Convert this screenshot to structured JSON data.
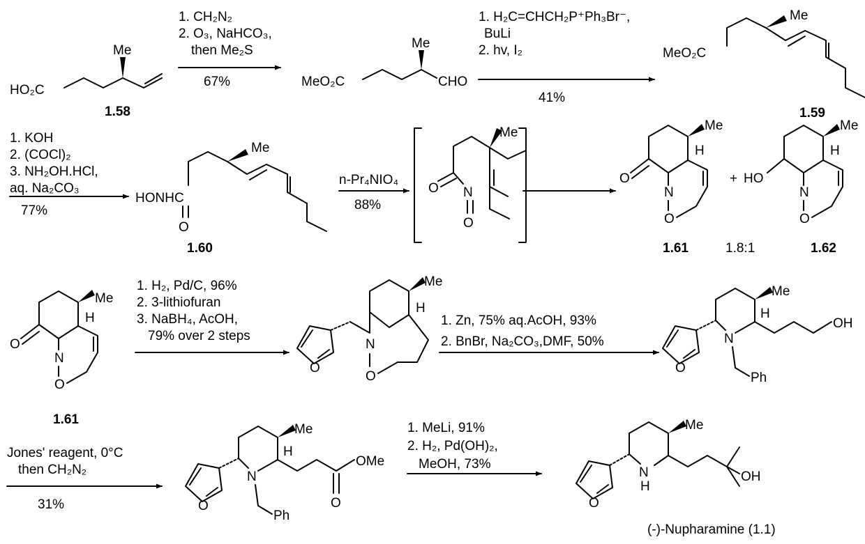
{
  "scheme": {
    "row1": {
      "sm": {
        "label": "1.58",
        "acid": "HO₂C",
        "me": "Me"
      },
      "step1": {
        "l1": "1. CH₂N₂",
        "l2": "2. O₃, NaHCO₃,",
        "l3": "then Me₂S",
        "yield": "67%"
      },
      "aldehyde": {
        "ester": "MeO₂C",
        "cho": "CHO",
        "me": "Me"
      },
      "step2": {
        "l1": "1. H₂C=CHCH₂P⁺Ph₃Br⁻,",
        "l2": "BuLi",
        "l3": "2. hv, I₂",
        "yield": "41%"
      },
      "diene": {
        "label": "1.59",
        "ester": "MeO₂C",
        "me": "Me"
      }
    },
    "row2": {
      "step3": {
        "l1": "1.  KOH",
        "l2": "2.  (COCl)₂",
        "l3": "3. NH₂OH.HCl,",
        "l4": "aq. Na₂CO₃",
        "yield": "77%"
      },
      "hydroxamic": {
        "label": "1.60",
        "honh": "HONHC",
        "o": "O",
        "me": "Me"
      },
      "step4": {
        "reagent": "n-Pr₄NIO₄",
        "yield": "88%"
      },
      "nitroso": {
        "o1": "O",
        "n": "N",
        "o2": "O",
        "me": "Me"
      },
      "p161": {
        "label": "1.61",
        "o": "O",
        "n": "N",
        "o2": "O",
        "h": "H",
        "me": "Me"
      },
      "plus": "+",
      "p162": {
        "label": "1.62",
        "ho": "HO",
        "n": "N",
        "o2": "O",
        "h": "H",
        "me": "Me"
      },
      "ratio": "1.8:1"
    },
    "row3": {
      "p161": {
        "label": "1.61",
        "o": "O",
        "n": "N",
        "o2": "O",
        "h": "H",
        "me": "Me"
      },
      "step5": {
        "l1": "1. H₂, Pd/C, 96%",
        "l2": "2. 3-lithiofuran",
        "l3": "3. NaBH₄, AcOH,",
        "l4": "79% over 2 steps"
      },
      "bicycle": {
        "o": "O",
        "n": "N",
        "o2": "O",
        "h": "H",
        "me": "Me"
      },
      "step6": {
        "l1": "1. Zn, 75% aq.AcOH, 93%",
        "l2": "2. BnBr, Na₂CO₃,DMF, 50%"
      },
      "alcohol": {
        "o": "O",
        "n": "N",
        "h": "H",
        "me": "Me",
        "oh": "OH",
        "ph": "Ph"
      }
    },
    "row4": {
      "step7": {
        "l1": "Jones' reagent, 0°C",
        "l2": "then CH₂N₂",
        "yield": "31%"
      },
      "ester": {
        "o": "O",
        "n": "N",
        "h": "H",
        "me": "Me",
        "ome": "OMe",
        "o2": "O",
        "ph": "Ph"
      },
      "step8": {
        "l1": "1. MeLi, 91%",
        "l2": "2. H₂, Pd(OH)₂,",
        "l3": "MeOH, 73%"
      },
      "product": {
        "o": "O",
        "nh": "N",
        "h": "H",
        "me": "Me",
        "oh": "OH",
        "name": "(-)-Nupharamine (1.1)"
      }
    }
  }
}
